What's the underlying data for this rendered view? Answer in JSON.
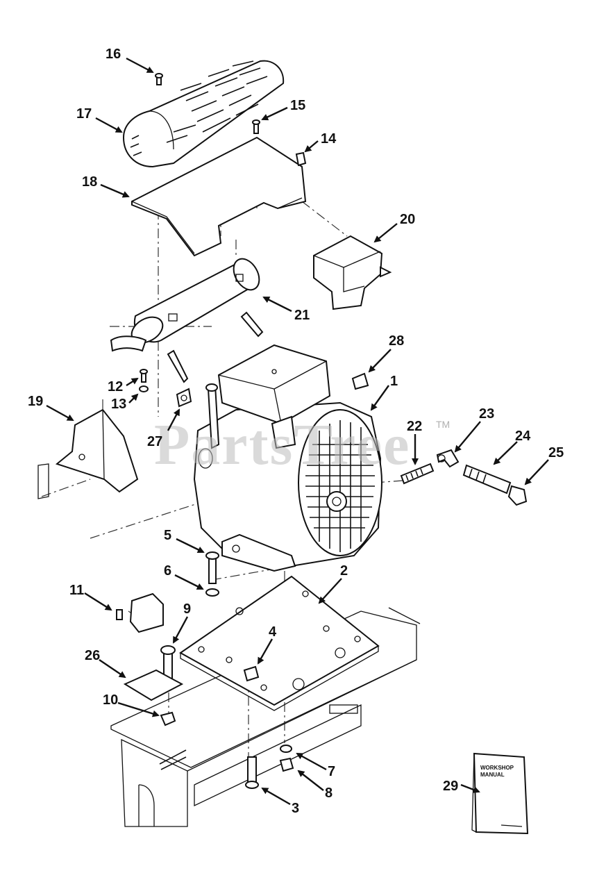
{
  "watermark": {
    "text": "PartsTree",
    "trademark": "TM"
  },
  "manual": {
    "line1": "WORKSHOP",
    "line2": "MANUAL"
  },
  "callouts": [
    "1",
    "2",
    "3",
    "4",
    "5",
    "6",
    "7",
    "8",
    "9",
    "10",
    "11",
    "12",
    "13",
    "14",
    "15",
    "16",
    "17",
    "18",
    "19",
    "20",
    "21",
    "22",
    "23",
    "24",
    "25",
    "26",
    "27",
    "28",
    "29"
  ]
}
